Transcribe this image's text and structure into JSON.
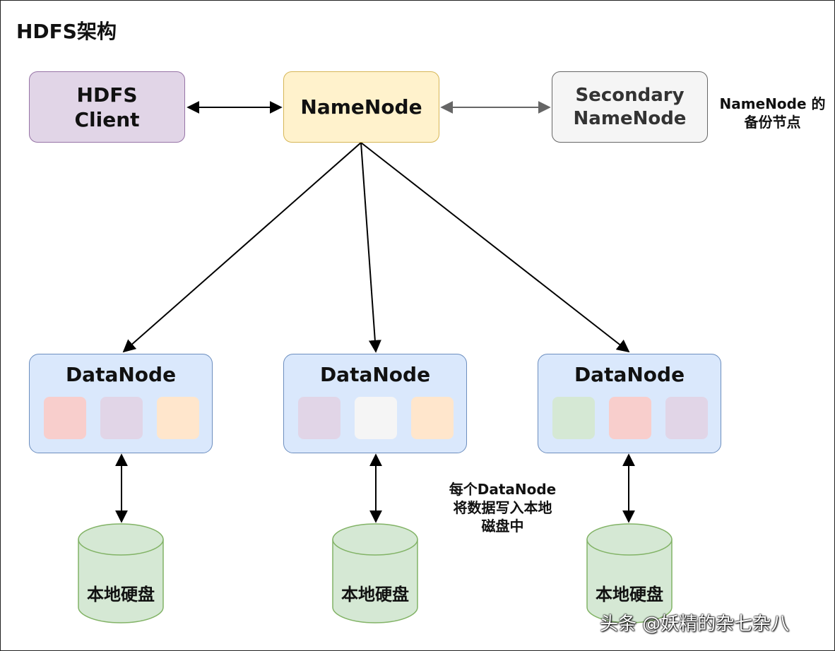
{
  "title": "HDFS架构",
  "nodes": {
    "client": {
      "line1": "HDFS",
      "line2": "Client"
    },
    "namenode": {
      "label": "NameNode"
    },
    "secondary": {
      "line1": "Secondary",
      "line2": "NameNode"
    }
  },
  "notes": {
    "secondary_backup": {
      "line1": "NameNode 的",
      "line2": "备份节点"
    },
    "datanode_write": {
      "line1": "每个DataNode",
      "line2": "将数据写入本地",
      "line3": "磁盘中"
    }
  },
  "datanodes": [
    {
      "label": "DataNode",
      "blocks": [
        "#f8cecc",
        "#e1d5e7",
        "#ffe6cc"
      ]
    },
    {
      "label": "DataNode",
      "blocks": [
        "#e1d5e7",
        "#f5f5f5",
        "#ffe6cc"
      ]
    },
    {
      "label": "DataNode",
      "blocks": [
        "#d5e8d4",
        "#f8cecc",
        "#e1d5e7"
      ]
    }
  ],
  "disks": [
    {
      "label": "本地硬盘"
    },
    {
      "label": "本地硬盘"
    },
    {
      "label": "本地硬盘"
    }
  ],
  "watermark": "头条 @妖精的杂七杂八",
  "colors": {
    "client_fill": "#e1d5e7",
    "client_stroke": "#9673a6",
    "namenode_fill": "#fff2cc",
    "namenode_stroke": "#d6b656",
    "secondary_fill": "#f5f5f5",
    "secondary_stroke": "#666666",
    "datanode_fill": "#dae8fc",
    "datanode_stroke": "#6c8ebf",
    "disk_fill": "#d5e8d4",
    "disk_stroke": "#82b366",
    "edge": "#000000",
    "edge_secondary": "#666666"
  }
}
